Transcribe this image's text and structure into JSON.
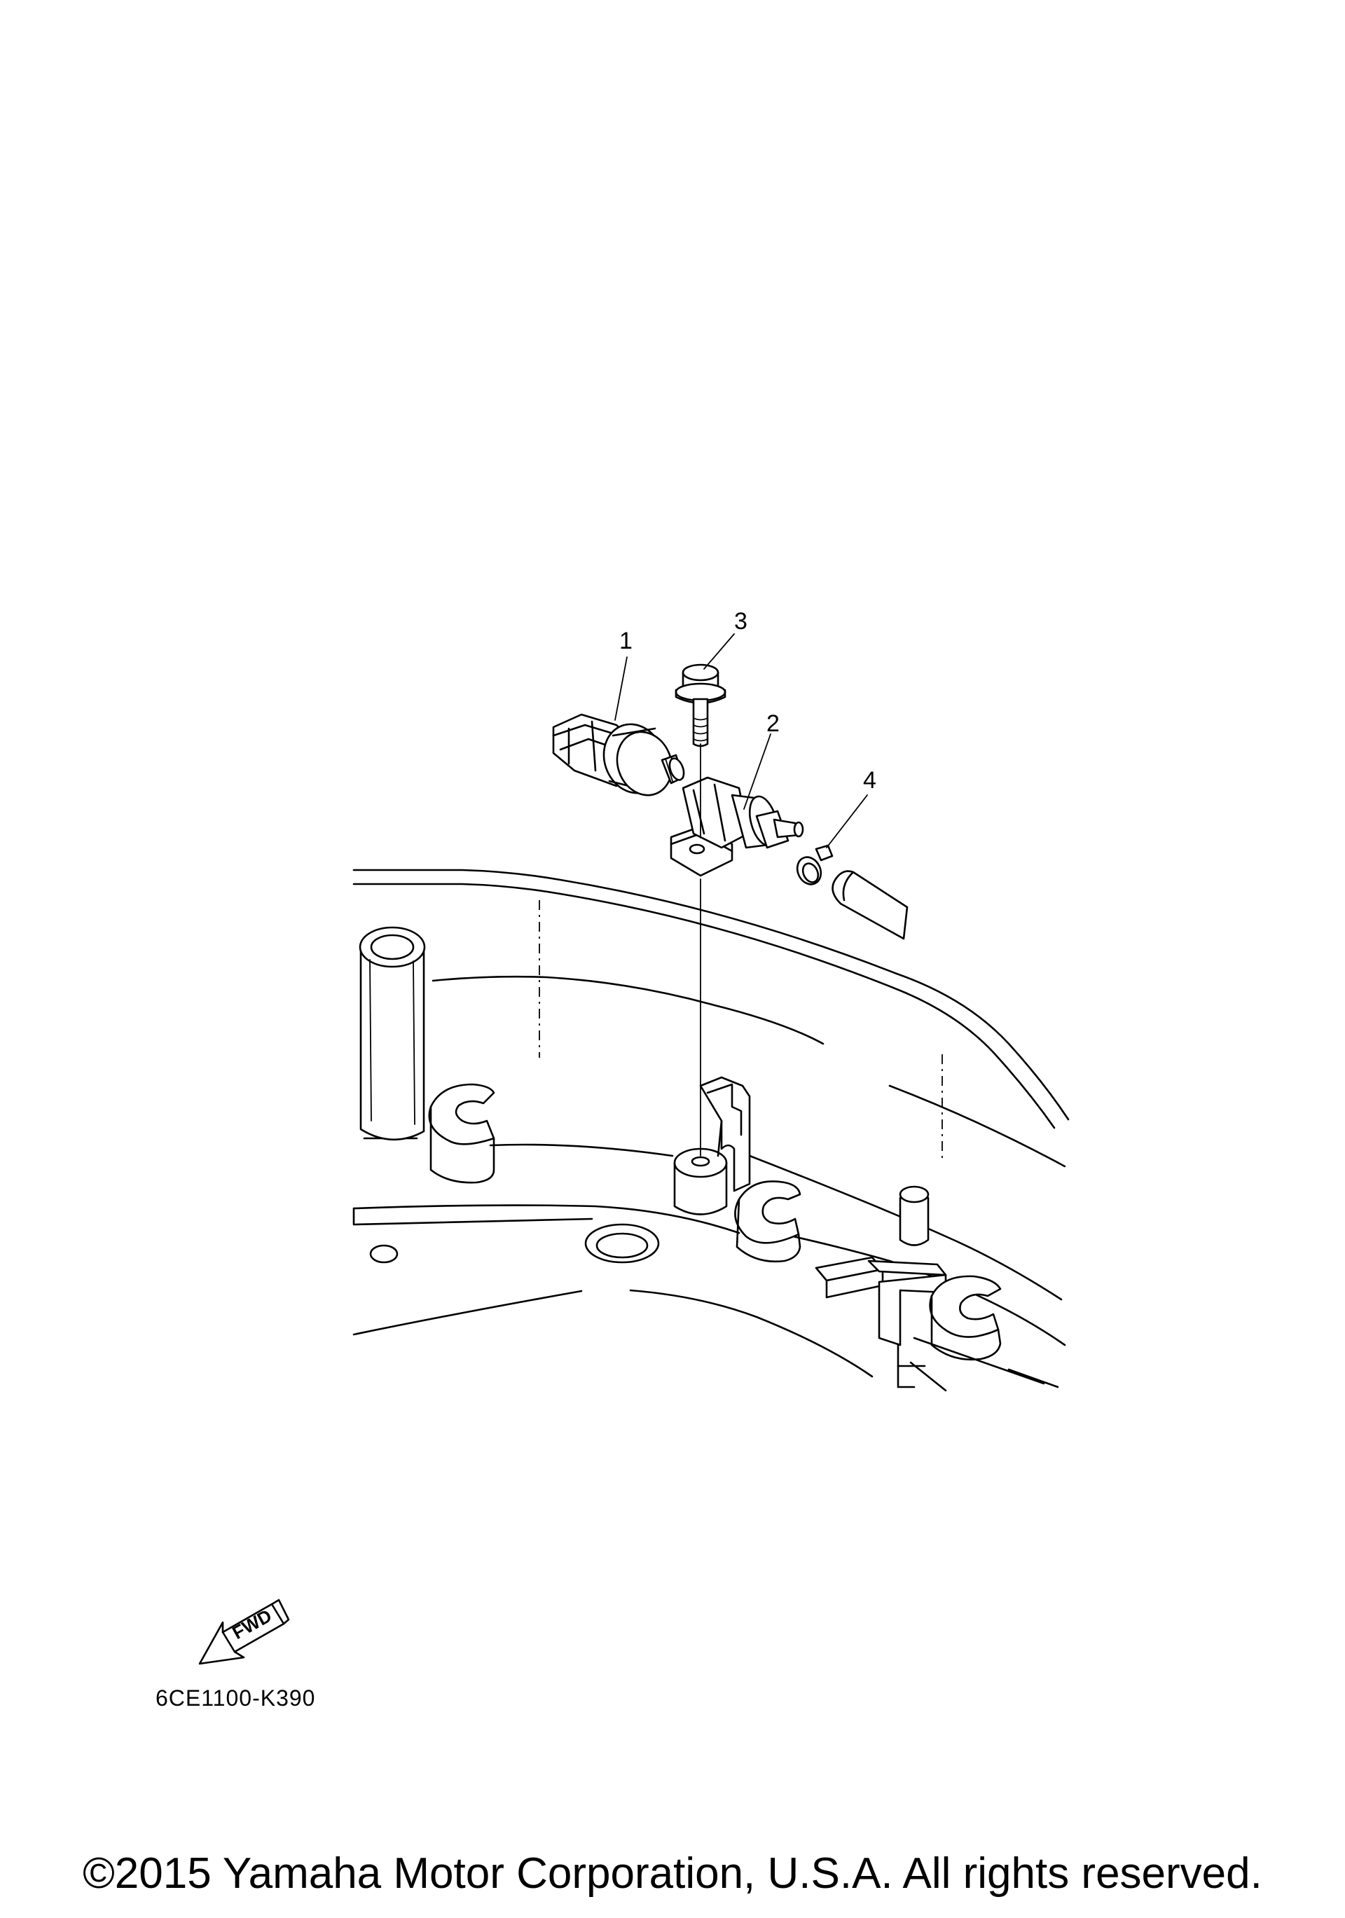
{
  "diagram": {
    "callouts": [
      {
        "id": "1",
        "label": "1"
      },
      {
        "id": "2",
        "label": "2"
      },
      {
        "id": "3",
        "label": "3"
      },
      {
        "id": "4",
        "label": "4"
      }
    ],
    "direction_label": "FWD",
    "diagram_code": "6CE1100-K390"
  },
  "footer": {
    "copyright": "©2015 Yamaha Motor Corporation, U.S.A. All rights reserved."
  }
}
